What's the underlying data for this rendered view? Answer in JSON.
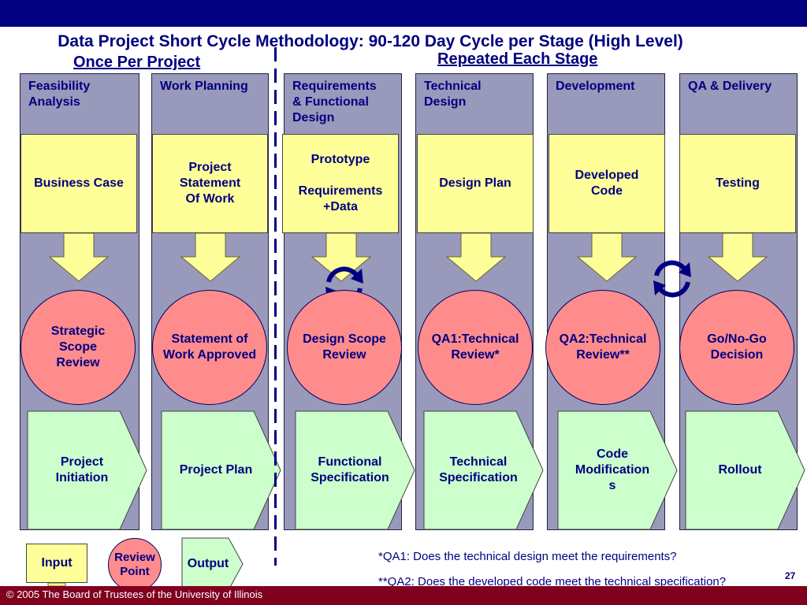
{
  "title": "Data Project Short Cycle Methodology: 90-120 Day Cycle per Stage (High Level)",
  "subtitle_once": "Once Per Project",
  "subtitle_repeated": "Repeated Each Stage",
  "stages": [
    {
      "name": "Feasibility\nAnalysis",
      "input": "Business Case",
      "review": "Strategic\nScope\nReview",
      "output": "Project\nInitiation"
    },
    {
      "name": "Work Planning",
      "input": "Project\nStatement\nOf Work",
      "review": "Statement of\nWork Approved",
      "output": "Project Plan"
    },
    {
      "name": "Requirements\n& Functional\nDesign",
      "input": "Prototype\n\nRequirements\n+Data",
      "review": "Design Scope\nReview",
      "output": "Functional\nSpecification"
    },
    {
      "name": "Technical\nDesign",
      "input": "Design Plan",
      "review": "QA1:Technical\nReview*",
      "output": "Technical\nSpecification"
    },
    {
      "name": "Development",
      "input": "Developed\nCode",
      "review": "QA2:Technical\nReview**",
      "output": "Code\nModification\ns"
    },
    {
      "name": "QA & Delivery",
      "input": "Testing",
      "review": "Go/No-Go\nDecision",
      "output": "Rollout"
    }
  ],
  "legend": {
    "input": "Input",
    "review": "Review\nPoint",
    "output": "Output"
  },
  "notes": [
    "*QA1: Does the technical design meet the requirements?",
    "**QA2: Does the developed code meet the technical specification?"
  ],
  "footer": "© 2005 The Board of Trustees of the University of Illinois",
  "page_number": "27",
  "colors": {
    "navy": "#000080",
    "column": "#9999bb",
    "input": "#ffff99",
    "review": "#ff8c8c",
    "output": "#ccffcc",
    "footer": "#80001e"
  }
}
